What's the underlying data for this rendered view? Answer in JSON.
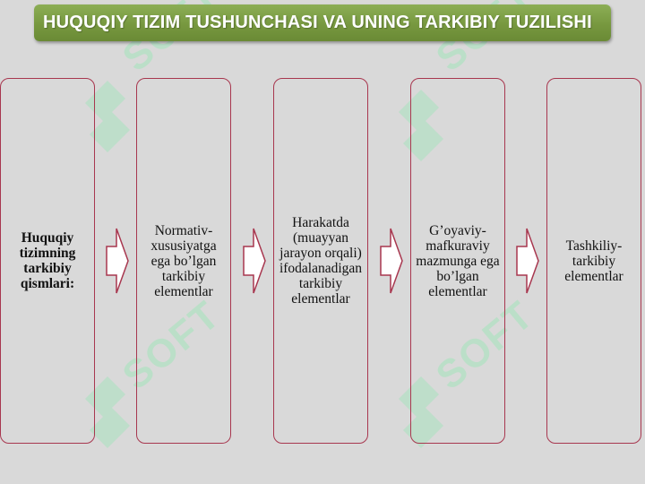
{
  "title": "HUQUQIY TIZIM TUSHUNCHASI VA UNING TARKIBIY TUZILISHI",
  "colors": {
    "background": "#d9d9d9",
    "title_bar": "#77983f",
    "box_border": "#a8374f",
    "arrow_fill": "#ffffff",
    "arrow_stroke": "#a8374f",
    "watermark": "#96e6b4"
  },
  "watermark_text": "SOFT",
  "boxes": [
    {
      "label": "Huquqiy tizimning tarkibiy qismlari:"
    },
    {
      "label": "Normativ-xususiyatga ega bo’lgan tarkibiy elementlar"
    },
    {
      "label": "Harakatda (muayyan jarayon orqali) ifodalanadigan tarkibiy elementlar"
    },
    {
      "label": "G’oyaviy-mafkuraviy mazmunga ega bo’lgan elementlar"
    },
    {
      "label": "Tashkiliy-tarkibiy elementlar"
    }
  ]
}
